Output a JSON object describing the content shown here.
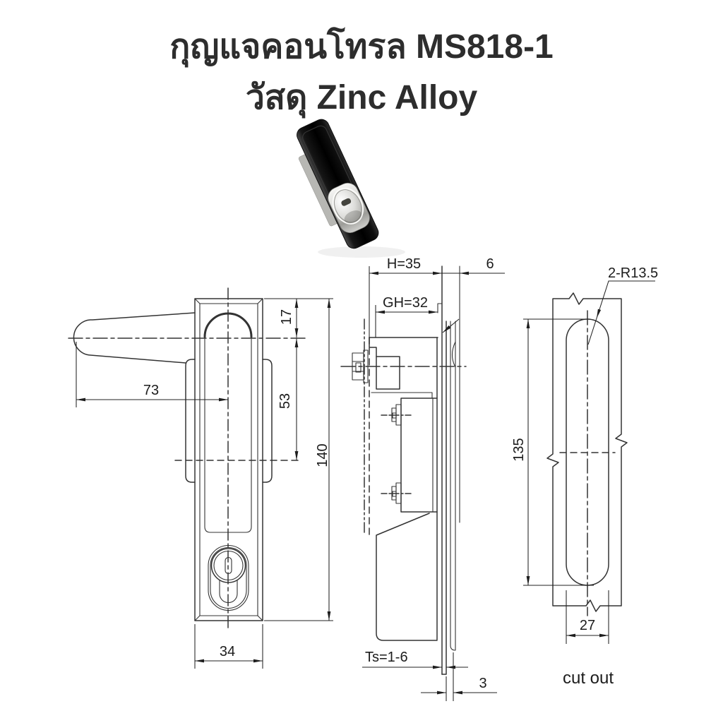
{
  "header": {
    "title": "กุญแจคอนโทรล MS818-1",
    "subtitle": "วัสดุ Zinc Alloy"
  },
  "photo": {
    "alt": "black zinc alloy swing handle lock with chrome oval push button"
  },
  "views": {
    "front": {
      "handle_length": "73",
      "top_offset": "17",
      "recess_height": "53",
      "total_height": "140",
      "body_width": "34"
    },
    "side": {
      "housing_depth": "H=35",
      "rear_gap": "6",
      "grip_depth": "GH=32",
      "panel_thickness": "Ts=1-6",
      "rear_offset": "3"
    },
    "cutout": {
      "corner_radius": "2-R13.5",
      "slot_height": "135",
      "slot_width": "27",
      "caption": "cut out"
    }
  }
}
